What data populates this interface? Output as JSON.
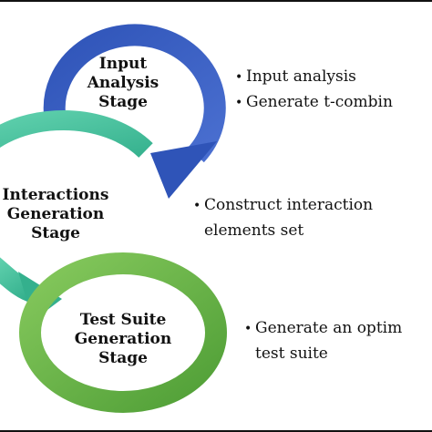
{
  "stages": [
    {
      "lines": [
        "Input",
        "Analysis",
        "Stage"
      ],
      "color": "#3f63c6"
    },
    {
      "lines": [
        "Interactions",
        "Generation",
        "Stage"
      ],
      "color": "#4cc3a0"
    },
    {
      "lines": [
        "Test Suite",
        "Generation",
        "Stage"
      ],
      "color": "#68b64a"
    }
  ],
  "bullets": {
    "input": [
      "Input analysis",
      "Generate t-combin"
    ],
    "interactions": [
      "Construct interaction",
      "elements  set"
    ],
    "test_suite": [
      "Generate  an  optim",
      "test suite"
    ]
  },
  "bullet_symbol": "•"
}
